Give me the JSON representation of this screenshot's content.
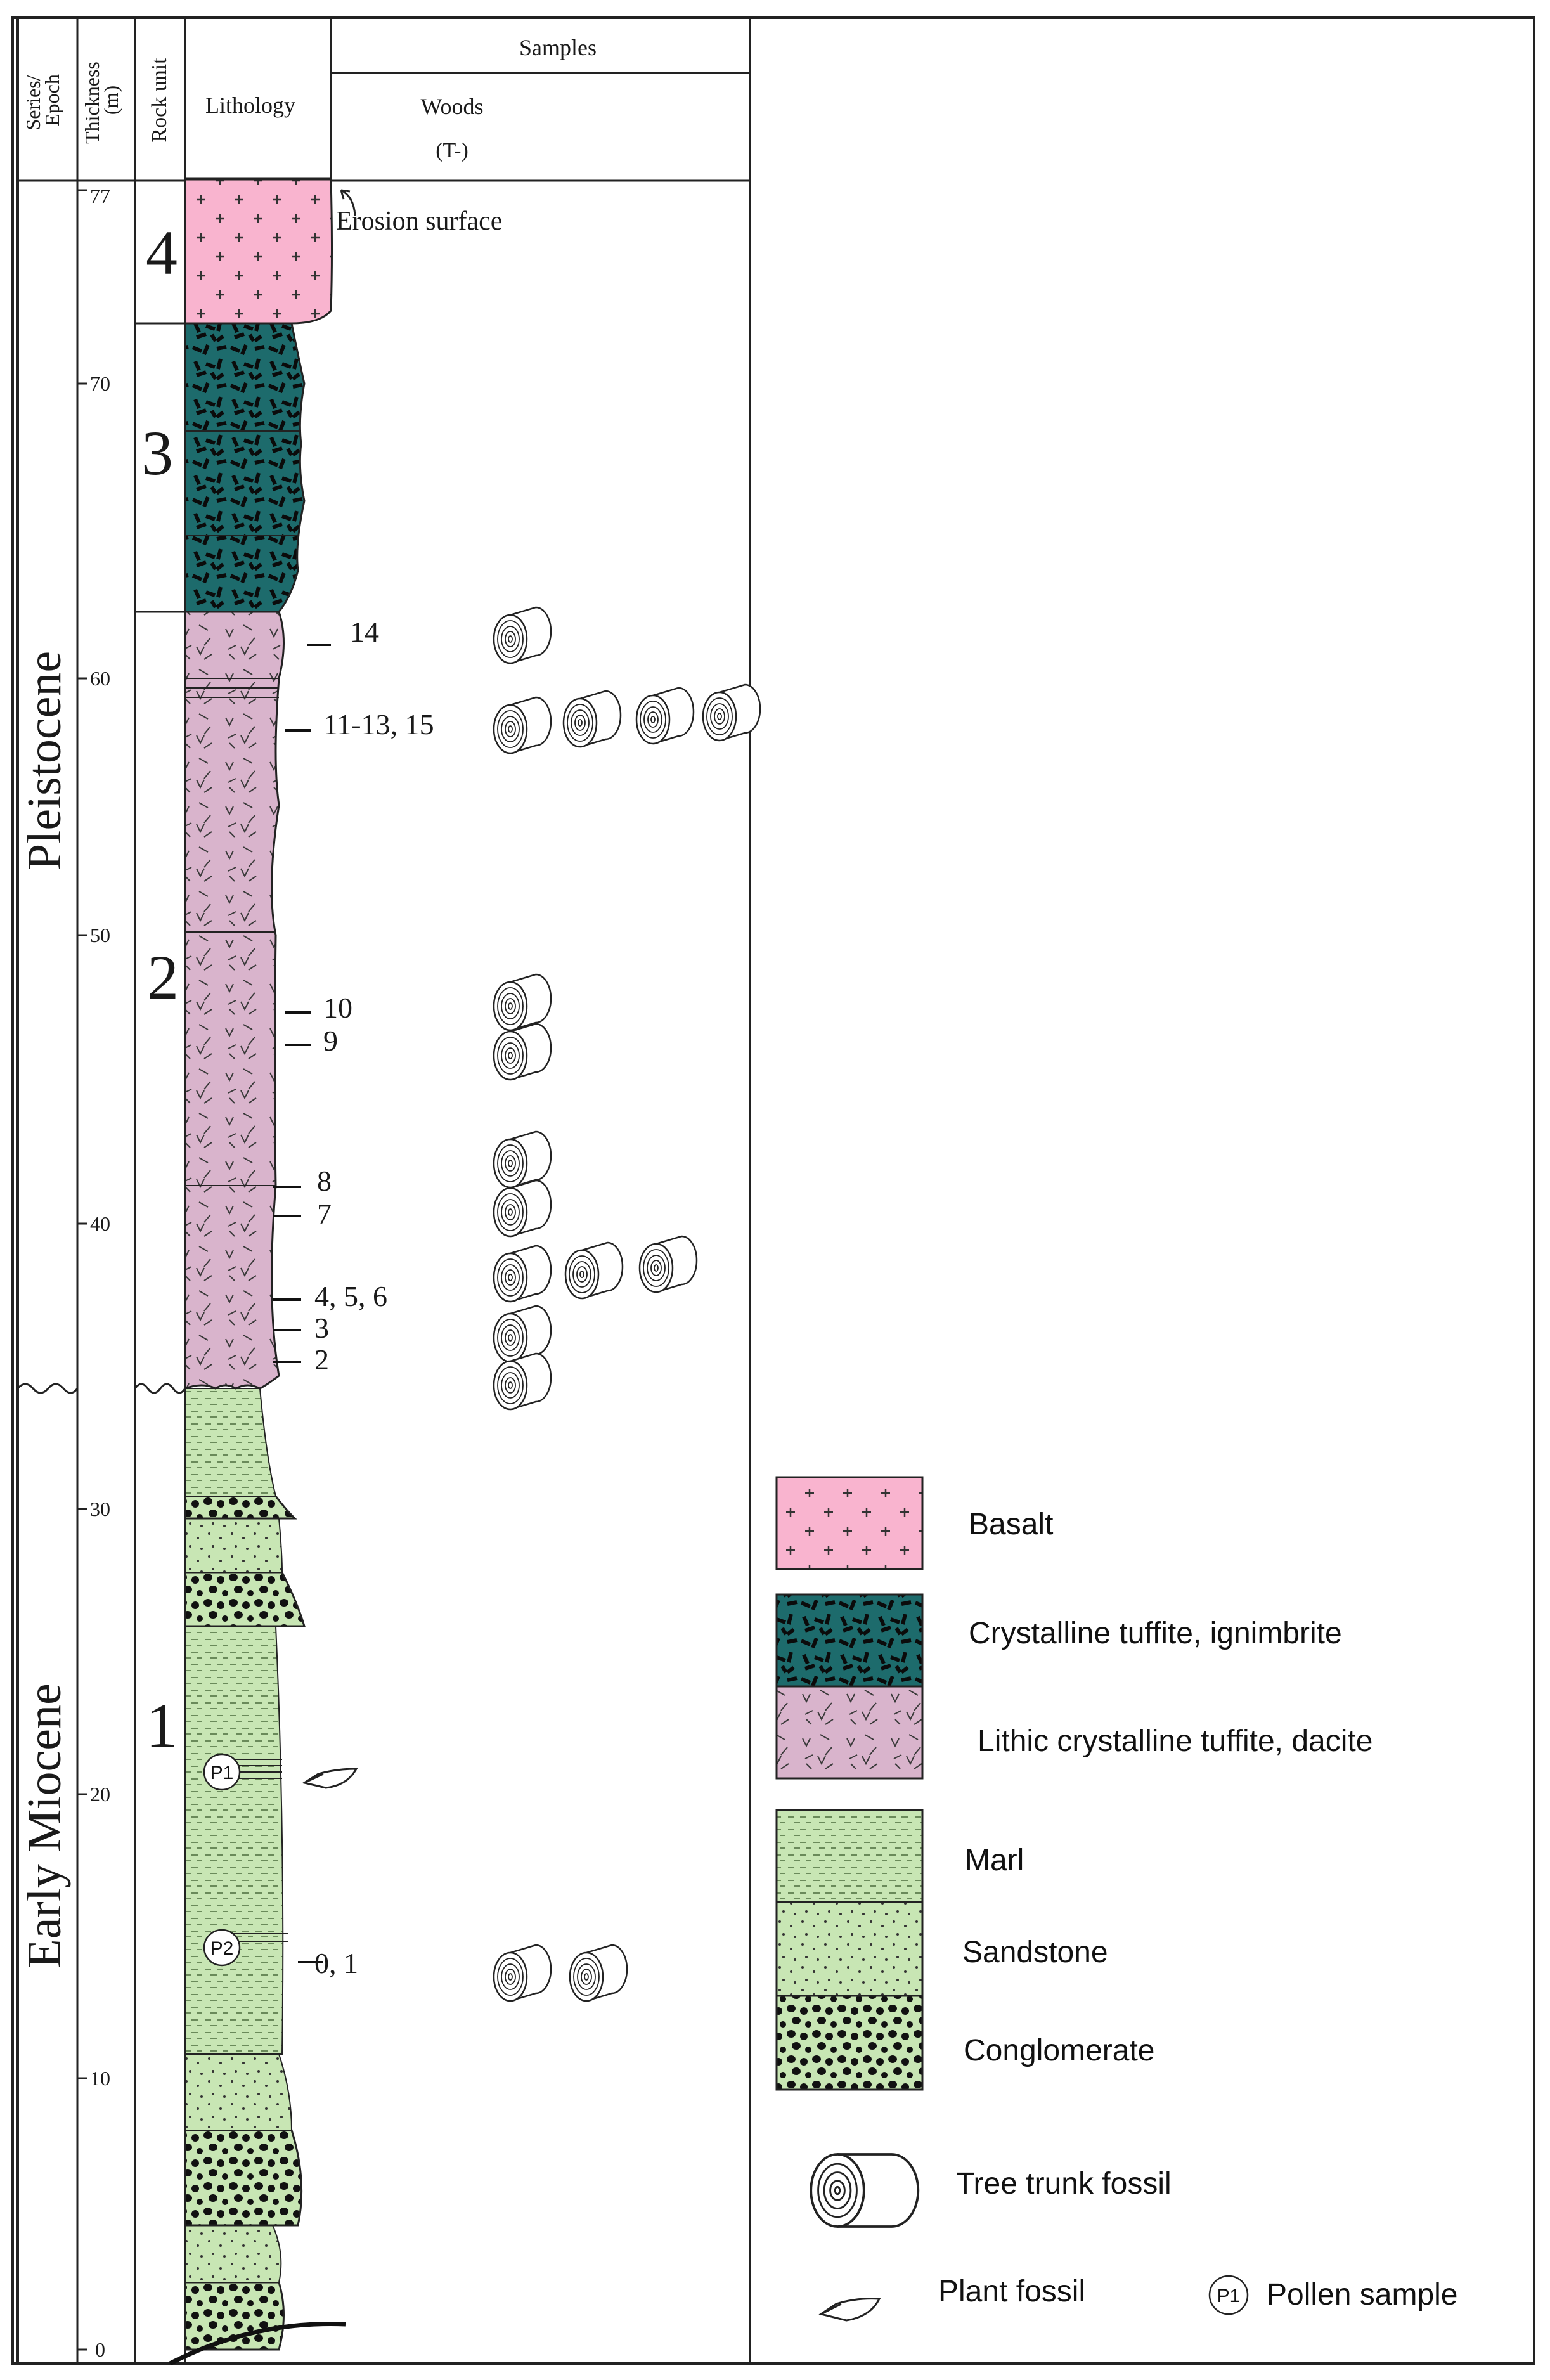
{
  "header": {
    "series_epoch": "Series/\nEpoch",
    "thickness": "Thickness\n(m)",
    "rock_unit": "Rock unit",
    "lithology": "Lithology",
    "samples": "Samples",
    "woods": "Woods",
    "woods_sub": "(T-)"
  },
  "epochs": [
    {
      "name": "Pleistocene",
      "from_m": 34.5,
      "to_m": 77
    },
    {
      "name": "Early Miocene",
      "from_m": 0,
      "to_m": 34.5
    }
  ],
  "thickness_ticks": [
    "0",
    "10",
    "20",
    "30",
    "40",
    "50",
    "60",
    "70",
    "77"
  ],
  "rock_units": [
    {
      "label": "1",
      "from_m": 0,
      "to_m": 34.5
    },
    {
      "label": "2",
      "from_m": 34.5,
      "to_m": 62
    },
    {
      "label": "3",
      "from_m": 62,
      "to_m": 72
    },
    {
      "label": "4",
      "from_m": 72,
      "to_m": 77
    }
  ],
  "annotations": {
    "erosion_surface": "Erosion surface"
  },
  "wood_samples": [
    {
      "label": "14",
      "at_m": 61,
      "logs": 1
    },
    {
      "label": "11-13, 15",
      "at_m": 58,
      "logs": 4
    },
    {
      "label": "10",
      "at_m": 47,
      "logs": 1
    },
    {
      "label": "9",
      "at_m": 46,
      "logs": 1
    },
    {
      "label": "8",
      "at_m": 41,
      "logs": 1
    },
    {
      "label": "7",
      "at_m": 40,
      "logs": 1
    },
    {
      "label": "4, 5, 6",
      "at_m": 37,
      "logs": 3
    },
    {
      "label": "3",
      "at_m": 36,
      "logs": 1
    },
    {
      "label": "2",
      "at_m": 35,
      "logs": 1
    },
    {
      "label": "0, 1",
      "at_m": 14,
      "logs": 2
    }
  ],
  "pollen_samples": [
    {
      "label": "P1",
      "at_m": 20.8
    },
    {
      "label": "P2",
      "at_m": 14.8
    }
  ],
  "legend": {
    "basalt": "Basalt",
    "crystalline": "Crystalline tuffite, ignimbrite",
    "lithic": "Lithic crystalline tuffite, dacite",
    "marl": "Marl",
    "sandstone": "Sandstone",
    "conglomerate": "Conglomerate",
    "tree_trunk": "Tree trunk fossil",
    "plant_fossil": "Plant fossil",
    "pollen_symbol": "P1",
    "pollen_sample": "Pollen sample"
  },
  "colors": {
    "basalt": "#f9b4cf",
    "crystalline": "#1d6b6c",
    "lithic": "#d9b4cc",
    "marl": "#c8e6b4",
    "sandstone": "#c8e6b4",
    "conglomerate": "#c8e6b4"
  }
}
